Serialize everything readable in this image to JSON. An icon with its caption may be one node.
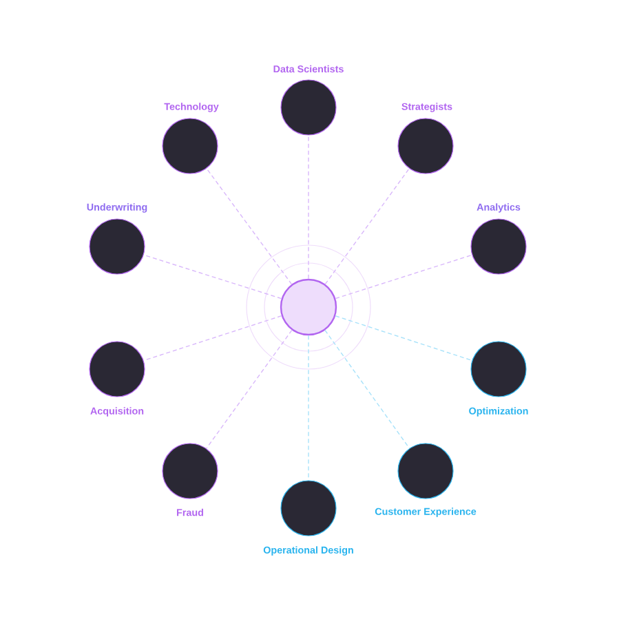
{
  "diagram": {
    "nodes": [
      {
        "text": [],
        "shape": "circle"
      },
      {
        "text": [
          "Data Scientists"
        ]
      },
      {
        "text": [
          "Technology"
        ]
      },
      {
        "text": [
          "Strategists"
        ]
      },
      {
        "text": [
          "Underwriting"
        ]
      },
      {
        "text": [
          "Analytics"
        ]
      },
      {
        "text": [
          "Acquisition"
        ]
      },
      {
        "text": [
          "Optimization"
        ]
      },
      {
        "text": [
          "Fraud"
        ]
      },
      {
        "text": [
          "Operational Design"
        ]
      },
      {
        "text": [
          "Customer Experience"
        ]
      }
    ],
    "edges": [
      {
        "from": 0,
        "to": 1,
        "arrow": "none",
        "style": "dashed"
      },
      {
        "from": 0,
        "to": 2,
        "arrow": "none",
        "style": "dashed"
      },
      {
        "from": 0,
        "to": 3,
        "arrow": "none",
        "style": "dashed"
      },
      {
        "from": 0,
        "to": 4,
        "arrow": "none",
        "style": "dashed"
      },
      {
        "from": 0,
        "to": 5,
        "arrow": "none",
        "style": "dashed"
      },
      {
        "from": 0,
        "to": 6,
        "arrow": "none",
        "style": "dashed"
      },
      {
        "from": 0,
        "to": 7,
        "arrow": "none",
        "style": "dashed",
        "color": "#a8e2fa"
      },
      {
        "from": 0,
        "to": 8,
        "arrow": "none",
        "style": "dashed"
      },
      {
        "from": 0,
        "to": 9,
        "arrow": "none",
        "style": "dashed",
        "color": "#a8e2fa"
      },
      {
        "from": 0,
        "to": 10,
        "arrow": "none",
        "style": "dashed",
        "color": "#a8e2fa"
      }
    ]
  }
}
